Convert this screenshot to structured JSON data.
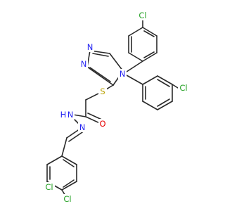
{
  "diagram": {
    "colors": {
      "bond": "#2a2a2a",
      "N": "#2424f2",
      "O": "#e60000",
      "S": "#b8a000",
      "Cl": "#23a023",
      "H": "#2424f2"
    },
    "atoms": {
      "cl_a": {
        "text": "Cl",
        "type": "Cl"
      },
      "cl_b": {
        "text": "Cl",
        "type": "Cl"
      },
      "cl_c": {
        "text": "Cl",
        "type": "Cl"
      },
      "cl_d": {
        "text": "Cl",
        "type": "Cl"
      },
      "n1": {
        "text": "N",
        "type": "N"
      },
      "n2": {
        "text": "N",
        "type": "N"
      },
      "n4": {
        "text": "N",
        "type": "N"
      },
      "s": {
        "text": "S",
        "type": "S"
      },
      "o": {
        "text": "O",
        "type": "O"
      },
      "nh_n": {
        "text": "N",
        "type": "N"
      },
      "nh_h": {
        "text": "H",
        "type": "H"
      },
      "n_imine": {
        "text": "N",
        "type": "N"
      }
    }
  }
}
